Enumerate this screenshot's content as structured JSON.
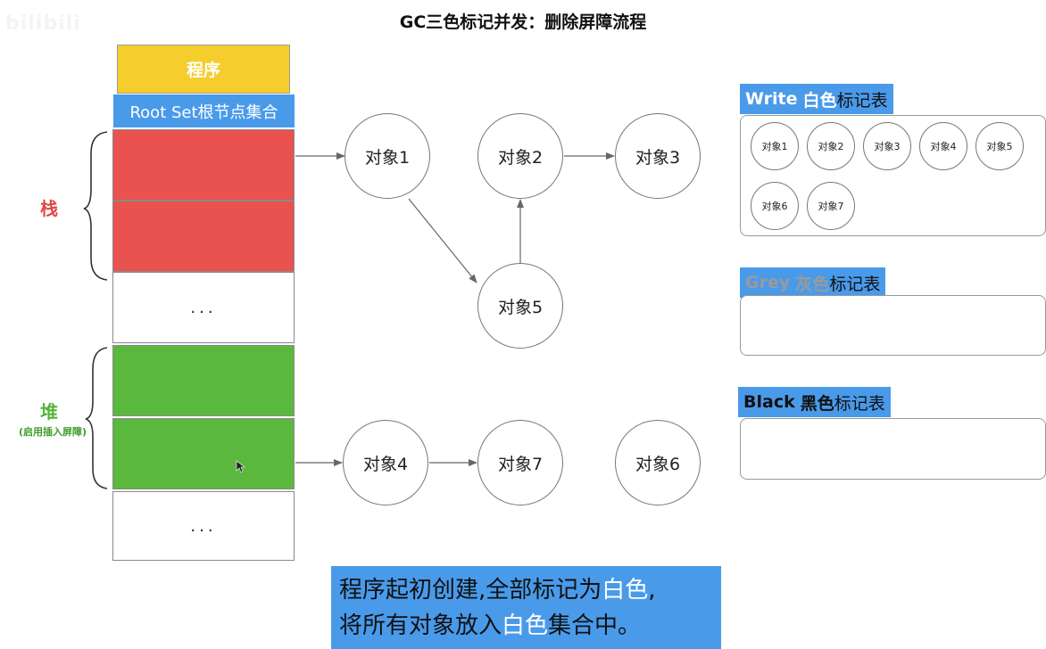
{
  "title": "GC三色标记并发：删除屏障流程",
  "watermark": "bilibili",
  "program_label": "程序",
  "root_set_label": "Root Set根节点集合",
  "stack_label": "栈",
  "heap_label": "堆",
  "heap_sublabel": "(启用插入屏障)",
  "stack_cells": [
    {
      "type": "red",
      "text": ""
    },
    {
      "type": "red",
      "text": ""
    },
    {
      "type": "white",
      "text": "..."
    }
  ],
  "heap_cells": [
    {
      "type": "green",
      "text": ""
    },
    {
      "type": "green",
      "text": ""
    },
    {
      "type": "white",
      "text": "..."
    }
  ],
  "nodes": {
    "obj1": "对象1",
    "obj2": "对象2",
    "obj3": "对象3",
    "obj4": "对象4",
    "obj5": "对象5",
    "obj6": "对象6",
    "obj7": "对象7"
  },
  "white_table": {
    "title_en": "Write",
    "title_cn": "白色",
    "title_suffix": "标记表",
    "items": [
      "对象1",
      "对象2",
      "对象3",
      "对象4",
      "对象5",
      "对象6",
      "对象7"
    ]
  },
  "grey_table": {
    "title_en": "Grey",
    "title_cn": "灰色",
    "title_suffix": "标记表",
    "items": []
  },
  "black_table": {
    "title_en": "Black",
    "title_cn": "黑色",
    "title_suffix": "标记表",
    "items": []
  },
  "caption": {
    "line1_a": "程序起初创建,全部标记为",
    "line1_hl": "白色",
    "line1_b": ",",
    "line2_a": "将所有对象放入",
    "line2_hl": "白色",
    "line2_b": "集合中。"
  },
  "colors": {
    "program": "#f5cd2d",
    "rootset": "#4a9aea",
    "stack": "#e9524f",
    "heap": "#5ab83f",
    "caption_bg": "#4a9aea"
  }
}
